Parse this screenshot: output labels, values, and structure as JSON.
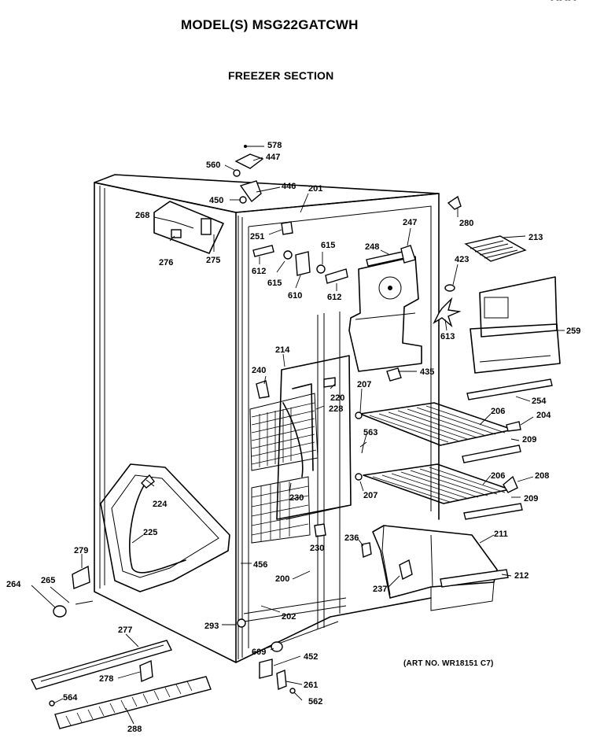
{
  "header": {
    "model_title": "MODEL(S) MSG22GATCWH",
    "section_title": "FREEZER SECTION",
    "corner_mark": "- -- -- -"
  },
  "footer": {
    "art_number": "(ART NO. WR18151 C7)"
  },
  "part_labels": {
    "p578": "578",
    "p447": "447",
    "p560": "560",
    "p446": "446",
    "p450": "450",
    "p201": "201",
    "p280": "280",
    "p268": "268",
    "p276": "276",
    "p275": "275",
    "p251": "251",
    "p615a": "615",
    "p612a": "612",
    "p615b": "615",
    "p610": "610",
    "p612b": "612",
    "p248": "248",
    "p247": "247",
    "p213": "213",
    "p423": "423",
    "p613": "613",
    "p259": "259",
    "p214": "214",
    "p240": "240",
    "p220": "220",
    "p228": "228",
    "p435": "435",
    "p207a": "207",
    "p254": "254",
    "p206a": "206",
    "p204": "204",
    "p563": "563",
    "p209a": "209",
    "p206b": "206",
    "p208": "208",
    "p207b": "207",
    "p209b": "209",
    "p224": "224",
    "p225": "225",
    "p230a": "230",
    "p230b": "230",
    "p211": "211",
    "p236": "236",
    "p279": "279",
    "p456": "456",
    "p200": "200",
    "p212": "212",
    "p237": "237",
    "p264": "264",
    "p265": "265",
    "p202": "202",
    "p277": "277",
    "p293": "293",
    "p609": "609",
    "p452": "452",
    "p278": "278",
    "p261": "261",
    "p564": "564",
    "p562": "562",
    "p288": "288"
  }
}
